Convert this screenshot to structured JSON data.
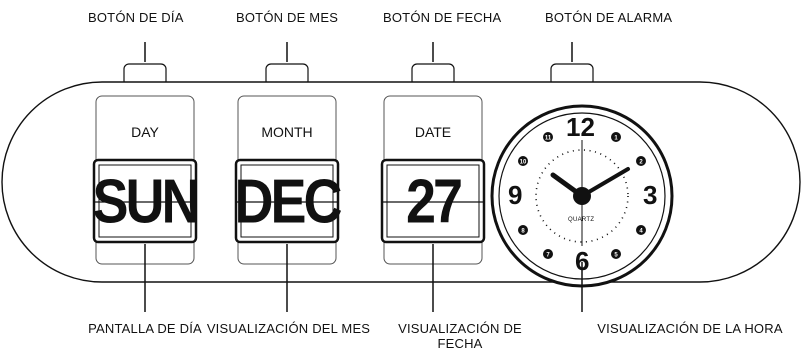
{
  "labels_top": {
    "day_button": "BOTÓN DE DÍA",
    "month_button": "BOTÓN DE MES",
    "date_button": "BOTÓN DE FECHA",
    "alarm_button": "BOTÓN DE ALARMA"
  },
  "labels_bottom": {
    "day_display": "PANTALLA DE DÍA",
    "month_display": "VISUALIZACIÓN DEL MES",
    "date_display": "VISUALIZACIÓN DE FECHA",
    "time_display": "VISUALIZACIÓN DE LA HORA"
  },
  "panels": {
    "day": {
      "label": "DAY",
      "value": "SUN"
    },
    "month": {
      "label": "MONTH",
      "value": "DEC"
    },
    "date": {
      "label": "DATE",
      "value": "27"
    }
  },
  "clock": {
    "brand": "QUARTZ",
    "numerals": {
      "n12": "12",
      "n3": "3",
      "n6": "6",
      "n9": "9"
    }
  }
}
